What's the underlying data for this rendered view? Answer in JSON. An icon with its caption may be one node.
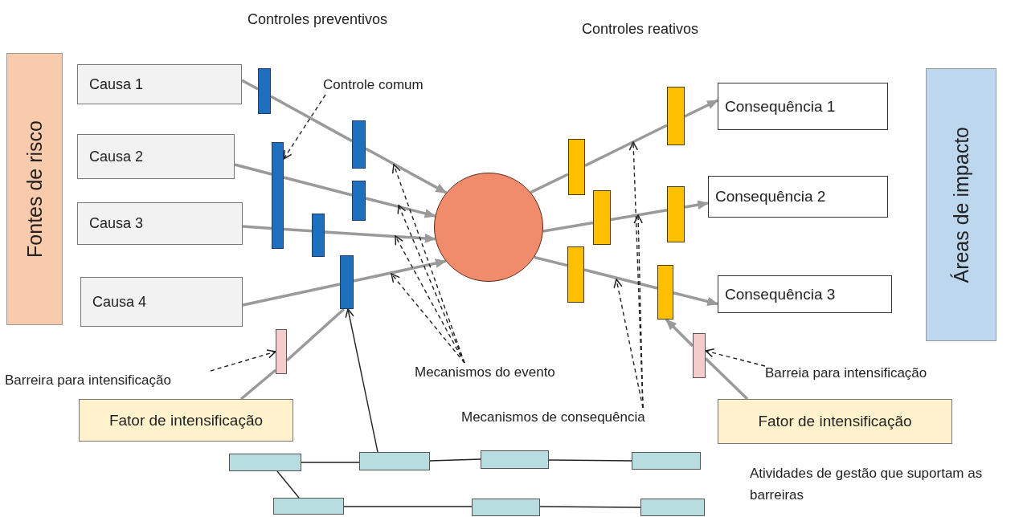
{
  "diagram": {
    "nodes": [
      {
        "text": [
          "Fontes de risco"
        ]
      },
      {
        "text": [
          "Causa 1"
        ]
      },
      {
        "text": [
          "Causa 2"
        ]
      },
      {
        "text": [
          "Causa 3"
        ]
      },
      {
        "text": [
          "Causa 4"
        ]
      },
      {
        "text": [],
        "shape": "bar"
      },
      {
        "text": [],
        "shape": "bar"
      },
      {
        "text": [],
        "shape": "bar"
      },
      {
        "text": [],
        "shape": "bar"
      },
      {
        "text": [],
        "shape": "bar"
      },
      {
        "text": [],
        "shape": "bar"
      },
      {
        "text": [
          "Controle comum"
        ]
      },
      {
        "text": [],
        "shape": "circle"
      },
      {
        "text": [],
        "shape": "bar"
      },
      {
        "text": [],
        "shape": "bar"
      },
      {
        "text": [],
        "shape": "bar"
      },
      {
        "text": [],
        "shape": "bar"
      },
      {
        "text": [],
        "shape": "bar"
      },
      {
        "text": [],
        "shape": "bar"
      },
      {
        "text": [
          "Consequência 1"
        ]
      },
      {
        "text": [
          "Consequência 2"
        ]
      },
      {
        "text": [
          "Consequência 3"
        ]
      },
      {
        "text": [
          "Áreas de impacto"
        ]
      },
      {
        "text": [],
        "shape": "bar"
      },
      {
        "text": [
          "Barreira para intensificação"
        ]
      },
      {
        "text": [
          "Fator de intensificação"
        ]
      },
      {
        "text": [
          "Mecanismos do evento"
        ]
      },
      {
        "text": [],
        "shape": "bar"
      },
      {
        "text": [
          "Barreia para intensificação"
        ]
      },
      {
        "text": [
          "Fator de intensificação"
        ]
      },
      {
        "text": [
          "Mecanismos de consequência"
        ]
      },
      {
        "text": [],
        "shape": "box"
      },
      {
        "text": [],
        "shape": "box"
      },
      {
        "text": [],
        "shape": "box"
      },
      {
        "text": [],
        "shape": "box"
      },
      {
        "text": [],
        "shape": "box"
      },
      {
        "text": [],
        "shape": "box"
      },
      {
        "text": [],
        "shape": "box"
      }
    ],
    "edges": [
      {
        "from": 1,
        "to": 5,
        "arrow": "none"
      },
      {
        "from": 5,
        "to": 6,
        "arrow": "none"
      },
      {
        "from": 6,
        "to": 12,
        "arrow": "to"
      },
      {
        "from": 2,
        "to": 7,
        "arrow": "none"
      },
      {
        "from": 7,
        "to": 8,
        "arrow": "none"
      },
      {
        "from": 8,
        "to": 12,
        "arrow": "to"
      },
      {
        "from": 3,
        "to": 7,
        "arrow": "none"
      },
      {
        "from": 7,
        "to": 9,
        "arrow": "none"
      },
      {
        "from": 9,
        "to": 12,
        "arrow": "to"
      },
      {
        "from": 4,
        "to": 10,
        "arrow": "none"
      },
      {
        "from": 10,
        "to": 12,
        "arrow": "to"
      },
      {
        "from": 11,
        "to": 7,
        "arrow": "to",
        "style": "dashed",
        "color": "#222222"
      },
      {
        "from": 12,
        "to": 13,
        "arrow": "none"
      },
      {
        "from": 13,
        "to": 14,
        "arrow": "none"
      },
      {
        "from": 14,
        "to": 19,
        "arrow": "to"
      },
      {
        "from": 12,
        "to": 15,
        "arrow": "none"
      },
      {
        "from": 15,
        "to": 16,
        "arrow": "none"
      },
      {
        "from": 16,
        "to": 20,
        "arrow": "to"
      },
      {
        "from": 12,
        "to": 17,
        "arrow": "none"
      },
      {
        "from": 17,
        "to": 18,
        "arrow": "none"
      },
      {
        "from": 18,
        "to": 21,
        "arrow": "to"
      },
      {
        "from": 25,
        "to": 23,
        "arrow": "none"
      },
      {
        "from": 23,
        "to": 10,
        "arrow": "none"
      },
      {
        "from": 24,
        "to": 23,
        "arrow": "to",
        "style": "dashed",
        "color": "#222222"
      },
      {
        "from": 26,
        "to": null,
        "arrow": "to",
        "style": "dashed",
        "color": "#222222"
      },
      {
        "from": 26,
        "to": null,
        "arrow": "to",
        "style": "dashed",
        "color": "#222222"
      },
      {
        "from": 26,
        "to": null,
        "arrow": "to",
        "style": "dashed",
        "color": "#222222"
      },
      {
        "from": 26,
        "to": null,
        "arrow": "to",
        "style": "dashed",
        "color": "#222222"
      },
      {
        "from": 29,
        "to": 27,
        "arrow": "none"
      },
      {
        "from": 27,
        "to": 18,
        "arrow": "to"
      },
      {
        "from": 28,
        "to": 27,
        "arrow": "to",
        "style": "dashed",
        "color": "#222222"
      },
      {
        "from": 30,
        "to": null,
        "arrow": "to",
        "style": "dashed",
        "color": "#222222"
      },
      {
        "from": 30,
        "to": null,
        "arrow": "to",
        "style": "dashed",
        "color": "#222222"
      },
      {
        "from": 30,
        "to": null,
        "arrow": "to",
        "style": "dashed",
        "color": "#222222"
      },
      {
        "from": 32,
        "to": 10,
        "arrow": "to",
        "color": "#222222"
      },
      {
        "from": 31,
        "to": 32,
        "arrow": "none",
        "color": "#222222"
      },
      {
        "from": 32,
        "to": 33,
        "arrow": "none",
        "color": "#222222"
      },
      {
        "from": 33,
        "to": 34,
        "arrow": "none",
        "color": "#222222"
      },
      {
        "from": 31,
        "to": 35,
        "arrow": "none",
        "color": "#222222"
      },
      {
        "from": 35,
        "to": 36,
        "arrow": "none",
        "color": "#222222"
      },
      {
        "from": 36,
        "to": 37,
        "arrow": "none",
        "color": "#222222"
      }
    ],
    "labels": [
      "Controles preventivos",
      "Controles reativos",
      "Atividades de gestão que suportam as barreiras"
    ]
  }
}
